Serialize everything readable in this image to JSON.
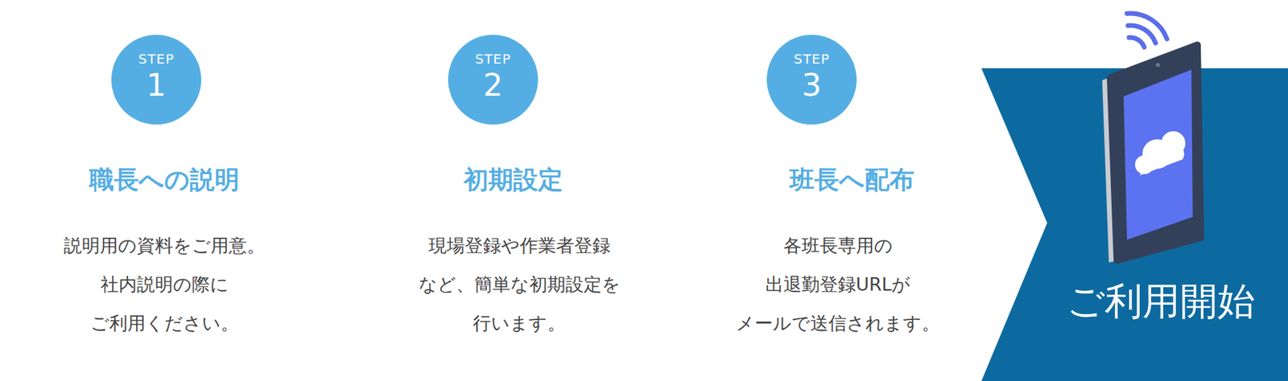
{
  "diagram": {
    "nodes": [
      {
        "text": [
          "STEP",
          "1",
          "職長への説明",
          "説明用の資料をご用意。 社内説明の際に ご利用ください。"
        ]
      },
      {
        "text": [
          "STEP",
          "2",
          "初期設定",
          "現場登録や作業者登録 など、簡単な初期設定を 行います。"
        ]
      },
      {
        "text": [
          "STEP",
          "3",
          "班長へ配布",
          "各班長専用の 出退勤登録URLが メールで送信されます。"
        ]
      },
      {
        "text": [
          "ご利用開始"
        ]
      }
    ]
  }
}
